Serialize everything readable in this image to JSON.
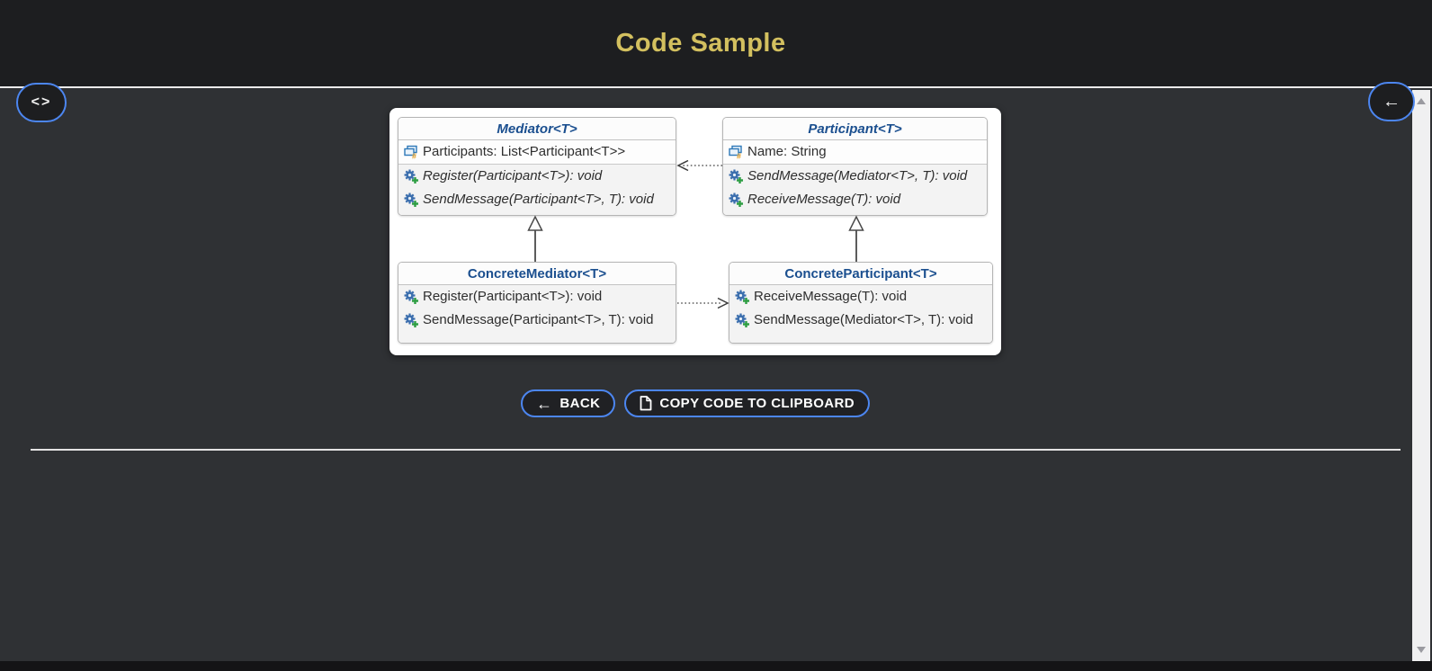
{
  "header": {
    "title": "Code Sample"
  },
  "floating_buttons": {
    "code_panel_toggle": {
      "icon": "code-chevrons-icon",
      "glyph": "<>"
    },
    "back_nav": {
      "icon": "arrow-left-icon",
      "glyph": "←"
    }
  },
  "diagram": {
    "classes": [
      {
        "name": "Mediator<T>",
        "stereotype": "abstract",
        "fields": [
          "Participants: List<Participant<T>>"
        ],
        "methods": [
          "Register(Participant<T>): void",
          "SendMessage(Participant<T>, T): void"
        ]
      },
      {
        "name": "Participant<T>",
        "stereotype": "abstract",
        "fields": [
          "Name: String"
        ],
        "methods": [
          "SendMessage(Mediator<T>, T): void",
          "ReceiveMessage(T): void"
        ]
      },
      {
        "name": "ConcreteMediator<T>",
        "stereotype": "concrete",
        "fields": [],
        "methods": [
          "Register(Participant<T>): void",
          "SendMessage(Participant<T>, T): void"
        ]
      },
      {
        "name": "ConcreteParticipant<T>",
        "stereotype": "concrete",
        "fields": [],
        "methods": [
          "ReceiveMessage(T): void",
          "SendMessage(Mediator<T>, T): void"
        ]
      }
    ],
    "relations": [
      {
        "type": "dependency",
        "from": "Participant<T>",
        "to": "Mediator<T>",
        "style": "dotted-open-arrow"
      },
      {
        "type": "dependency",
        "from": "ConcreteMediator<T>",
        "to": "ConcreteParticipant<T>",
        "style": "dotted-open-arrow"
      },
      {
        "type": "inheritance",
        "from": "ConcreteMediator<T>",
        "to": "Mediator<T>",
        "style": "solid-hollow-triangle"
      },
      {
        "type": "inheritance",
        "from": "ConcreteParticipant<T>",
        "to": "Participant<T>",
        "style": "solid-hollow-triangle"
      }
    ],
    "member_icons": {
      "field": "field-rectangles-icon",
      "method": "gear-plus-icon"
    }
  },
  "actions": {
    "back": {
      "label": "BACK",
      "icon": "arrow-left-icon",
      "glyph": "←"
    },
    "copy": {
      "label": "COPY CODE TO CLIPBOARD",
      "icon": "document-icon"
    }
  },
  "colors": {
    "accent_gold": "#d3c05f",
    "button_border_blue": "#4c86f0",
    "class_title_navy": "#1b4f8f",
    "header_bg": "#1d1e20",
    "main_bg": "#2f3134"
  }
}
